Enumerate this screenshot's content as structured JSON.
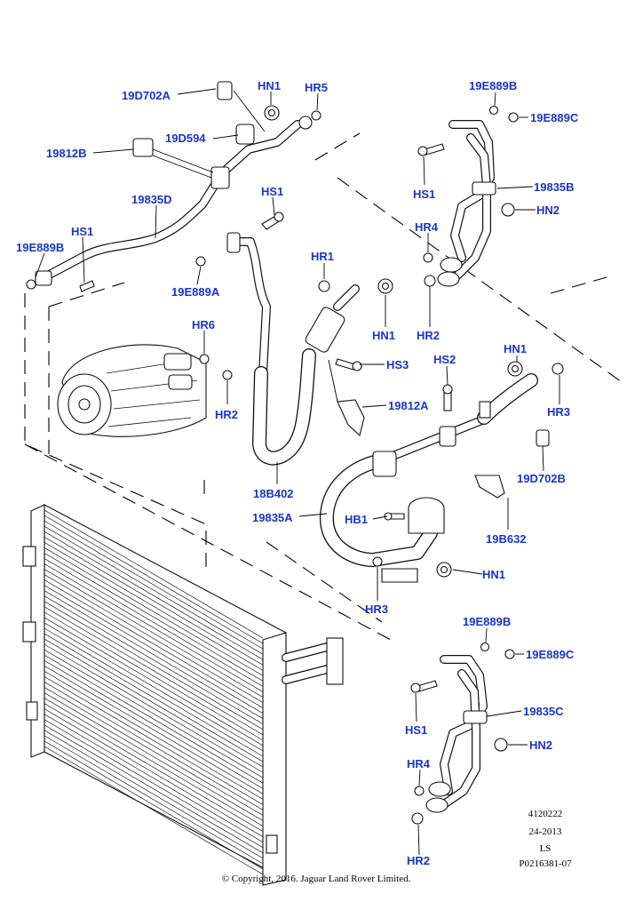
{
  "callouts": {
    "c19D702A": "19D702A",
    "cHN1a": "HN1",
    "cHR5": "HR5",
    "c19D594": "19D594",
    "c19812B": "19812B",
    "c19835D": "19835D",
    "cHS1a": "HS1",
    "cHS1b": "HS1",
    "c19E889Ba": "19E889B",
    "c19E889A": "19E889A",
    "cHR1a": "HR1",
    "cHN1b": "HN1",
    "cHS3": "HS3",
    "cHR6": "HR6",
    "cHR2a": "HR2",
    "c19812A": "19812A",
    "c18B402": "18B402",
    "c19835A": "19835A",
    "cHB1": "HB1",
    "cHR3a": "HR3",
    "cHN1c": "HN1",
    "cHS2": "HS2",
    "cHN1d": "HN1",
    "cHR3b": "HR3",
    "c19D702B": "19D702B",
    "c19B632": "19B632",
    "c19E889Bb": "19E889B",
    "c19E889Ca": "19E889C",
    "cHS1c": "HS1",
    "c19835B": "19835B",
    "cHN2a": "HN2",
    "cHR4a": "HR4",
    "cHR2b": "HR2",
    "c19E889Bc": "19E889B",
    "c19E889Cb": "19E889C",
    "cHS1d": "HS1",
    "c19835C": "19835C",
    "cHN2b": "HN2",
    "cHR4b": "HR4",
    "cHR2c": "HR2"
  },
  "meta": {
    "line1": "4120222",
    "line2": "24-2013",
    "line3": "LS",
    "line4": "P0216381-07"
  },
  "copyright": "© Copyright, 2016. Jaguar Land Rover Limited.",
  "colors": {
    "callout": "#1a35c8",
    "line": "#111111"
  }
}
